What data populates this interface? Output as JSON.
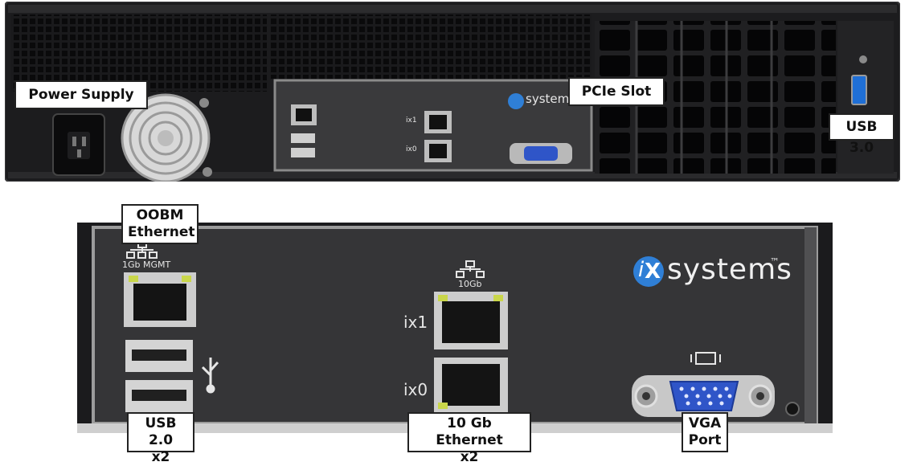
{
  "labels": {
    "power_supply": "Power Supply",
    "pcie_slot": "PCIe Slot",
    "usb3": "USB 3.0",
    "oobm_line1": "OOBM",
    "oobm_line2": "Ethernet",
    "usb2_line1": "USB 2.0",
    "usb2_line2": "x2",
    "eth10_line1": "10 Gb Ethernet",
    "eth10_line2": "x2",
    "vga_line1": "VGA",
    "vga_line2": "Port"
  },
  "panel_text": {
    "mgmt": "1Gb MGMT",
    "tengb": "10Gb",
    "ix1": "ix1",
    "ix0": "ix0",
    "brand_i": "i",
    "brand_x": "X",
    "brand_systems": "systems",
    "brand_tm": "™"
  },
  "colors": {
    "chassis": "#1c1c1e",
    "panel": "#353537",
    "vga_blue": "#2f55c8",
    "usb3_blue": "#1f6fd6",
    "led_green": "#c9d64a",
    "brand_blue": "#2f7fd6"
  }
}
